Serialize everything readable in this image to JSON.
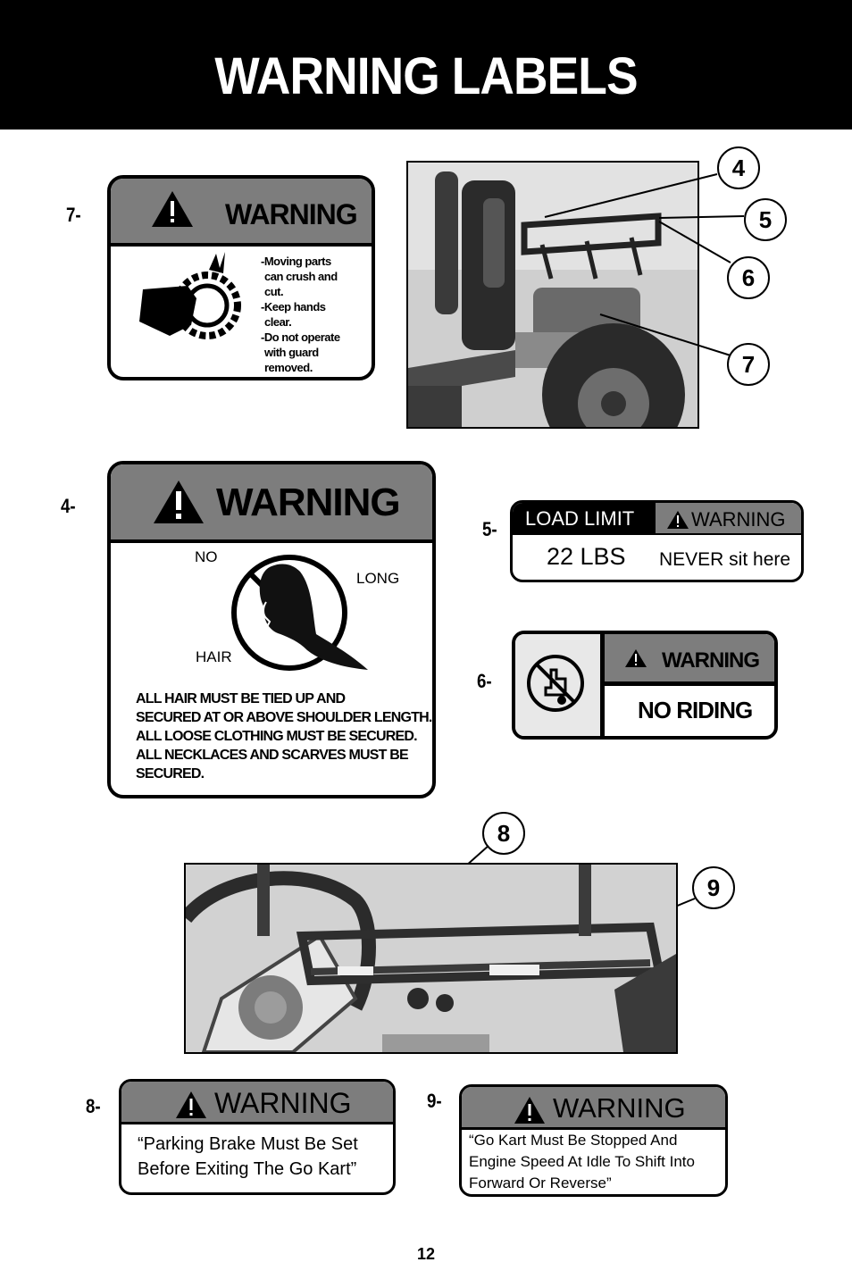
{
  "page": {
    "title": "WARNING LABELS",
    "page_number": "12"
  },
  "callouts": [
    "4",
    "5",
    "6",
    "7",
    "8",
    "9"
  ],
  "labels": {
    "label7": {
      "number": "7-",
      "heading": "WARNING",
      "lines": [
        "-Moving parts",
        "can crush and",
        "cut.",
        "-Keep hands",
        "clear.",
        "-Do not operate",
        "with guard",
        "removed."
      ]
    },
    "label4": {
      "number": "4-",
      "heading": "WARNING",
      "word_no": "NO",
      "word_long": "LONG",
      "word_hair": "HAIR",
      "lines": [
        "ALL HAIR MUST BE TIED UP AND",
        "SECURED AT OR ABOVE SHOULDER LENGTH.",
        "ALL LOOSE CLOTHING MUST BE SECURED.",
        "ALL NECKLACES AND SCARVES MUST BE",
        "SECURED."
      ]
    },
    "label5": {
      "number": "5-",
      "load_limit": "LOAD LIMIT",
      "heading": "WARNING",
      "weight": "22 LBS",
      "never": "NEVER sit here"
    },
    "label6": {
      "number": "6-",
      "heading": "WARNING",
      "text": "NO RIDING"
    },
    "label8": {
      "number": "8-",
      "heading": "WARNING",
      "lines": [
        "“Parking Brake Must Be Set",
        "Before Exiting The Go Kart”"
      ]
    },
    "label9": {
      "number": "9-",
      "heading": "WARNING",
      "lines": [
        "“Go Kart Must Be Stopped And",
        "Engine Speed At Idle To Shift Into",
        "Forward Or Reverse”"
      ]
    }
  },
  "colors": {
    "header_bg": "#000000",
    "label_head_bg": "#7d7d7d",
    "photo_bg": "#d8d8d8"
  },
  "icons": [
    "warning-triangle-icon",
    "chain-sprocket-hand-icon",
    "no-long-hair-icon",
    "no-riding-icon"
  ]
}
